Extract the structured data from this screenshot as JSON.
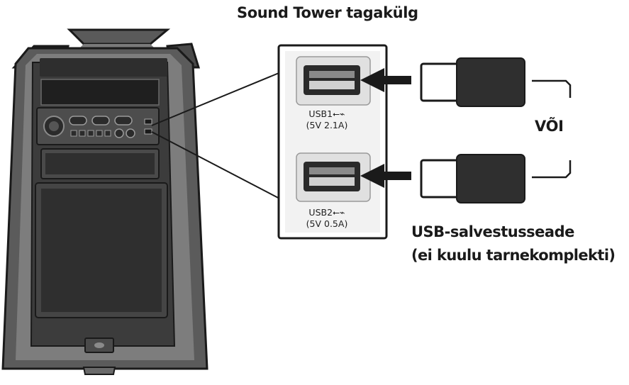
{
  "title": "Sound Tower tagakülg",
  "ports": [
    {
      "name": "USB1",
      "rating": "(5V 2.1A)"
    },
    {
      "name": "USB2",
      "rating": "(5V 0.5A)"
    }
  ],
  "usb_symbol": "⭠⌁",
  "or_label": "VÕI",
  "device_label_line1": "USB-salvestusseade",
  "device_label_line2": "(ei kuulu tarnekomplekti)",
  "icons": [
    "usb-icon",
    "arrow-left-icon",
    "usb-stick-icon"
  ],
  "colors": {
    "speaker_dark": "#3a3a3a",
    "panel_mid": "#5a5a5a",
    "port_bg": "#e0e0e0",
    "stick_dark": "#2f2f2f"
  }
}
